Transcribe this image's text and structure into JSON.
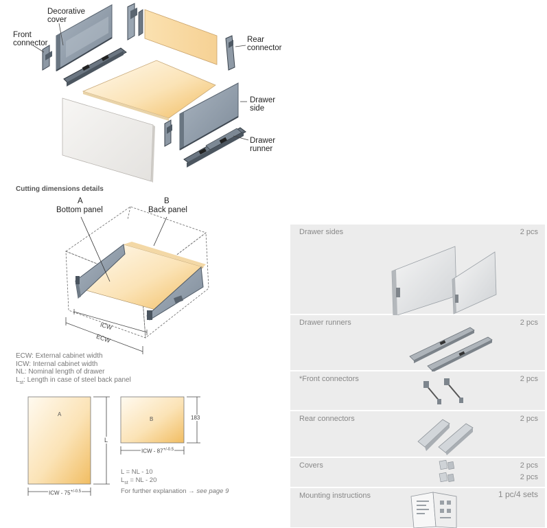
{
  "exploded_view": {
    "callouts": {
      "decorative_cover": "Decorative cover",
      "front_connector": "Front connector",
      "rear_connector": "Rear connector",
      "drawer_side": "Drawer side",
      "drawer_runner": "Drawer runner"
    }
  },
  "cutting": {
    "title": "Cutting dimensions details",
    "label_a_letter": "A",
    "label_a_name": "Bottom panel",
    "label_b_letter": "B",
    "label_b_name": "Back panel",
    "icw": "ICW",
    "ecw": "ECW"
  },
  "legend": {
    "ecw": "ECW: External cabinet width",
    "icw": "ICW: Internal cabinet width",
    "nl": "NL: Nominal length of drawer",
    "lst_prefix": "L",
    "lst_sub": "st",
    "lst_text": ": Length in case of steel back panel"
  },
  "panel_a": {
    "letter": "A",
    "height_label": "L",
    "width_label": "ICW - 75",
    "tolerance": "+/-0.5"
  },
  "panel_b": {
    "letter": "B",
    "height_value": "183",
    "width_label": "ICW - 87",
    "tolerance": "+/-0.5"
  },
  "formulas": {
    "l_eq": "L = NL - 10",
    "lst_prefix": "L",
    "lst_sub": "st",
    "lst_rest": " = NL - 20",
    "explain": "For further explanation",
    "arrow": "→",
    "see_page": "see page 9"
  },
  "parts_list": [
    {
      "name": "Drawer sides",
      "qty": "2 pcs"
    },
    {
      "name": "Drawer runners",
      "qty": "2 pcs"
    },
    {
      "name": "*Front connectors",
      "qty": "2 pcs"
    },
    {
      "name": "Rear connectors",
      "qty": "2 pcs"
    },
    {
      "name": "Covers",
      "qty": "2 pcs",
      "qty2": "2 pcs"
    },
    {
      "name": "Mounting instructions",
      "qty": "1 pc/4 sets"
    }
  ],
  "colors": {
    "panel_light": "#fdf3e2",
    "panel_warm": "#f4c36d",
    "steel": "#8d9aa8",
    "steel_dark": "#5f6b78",
    "parts_bg": "#ececec"
  }
}
